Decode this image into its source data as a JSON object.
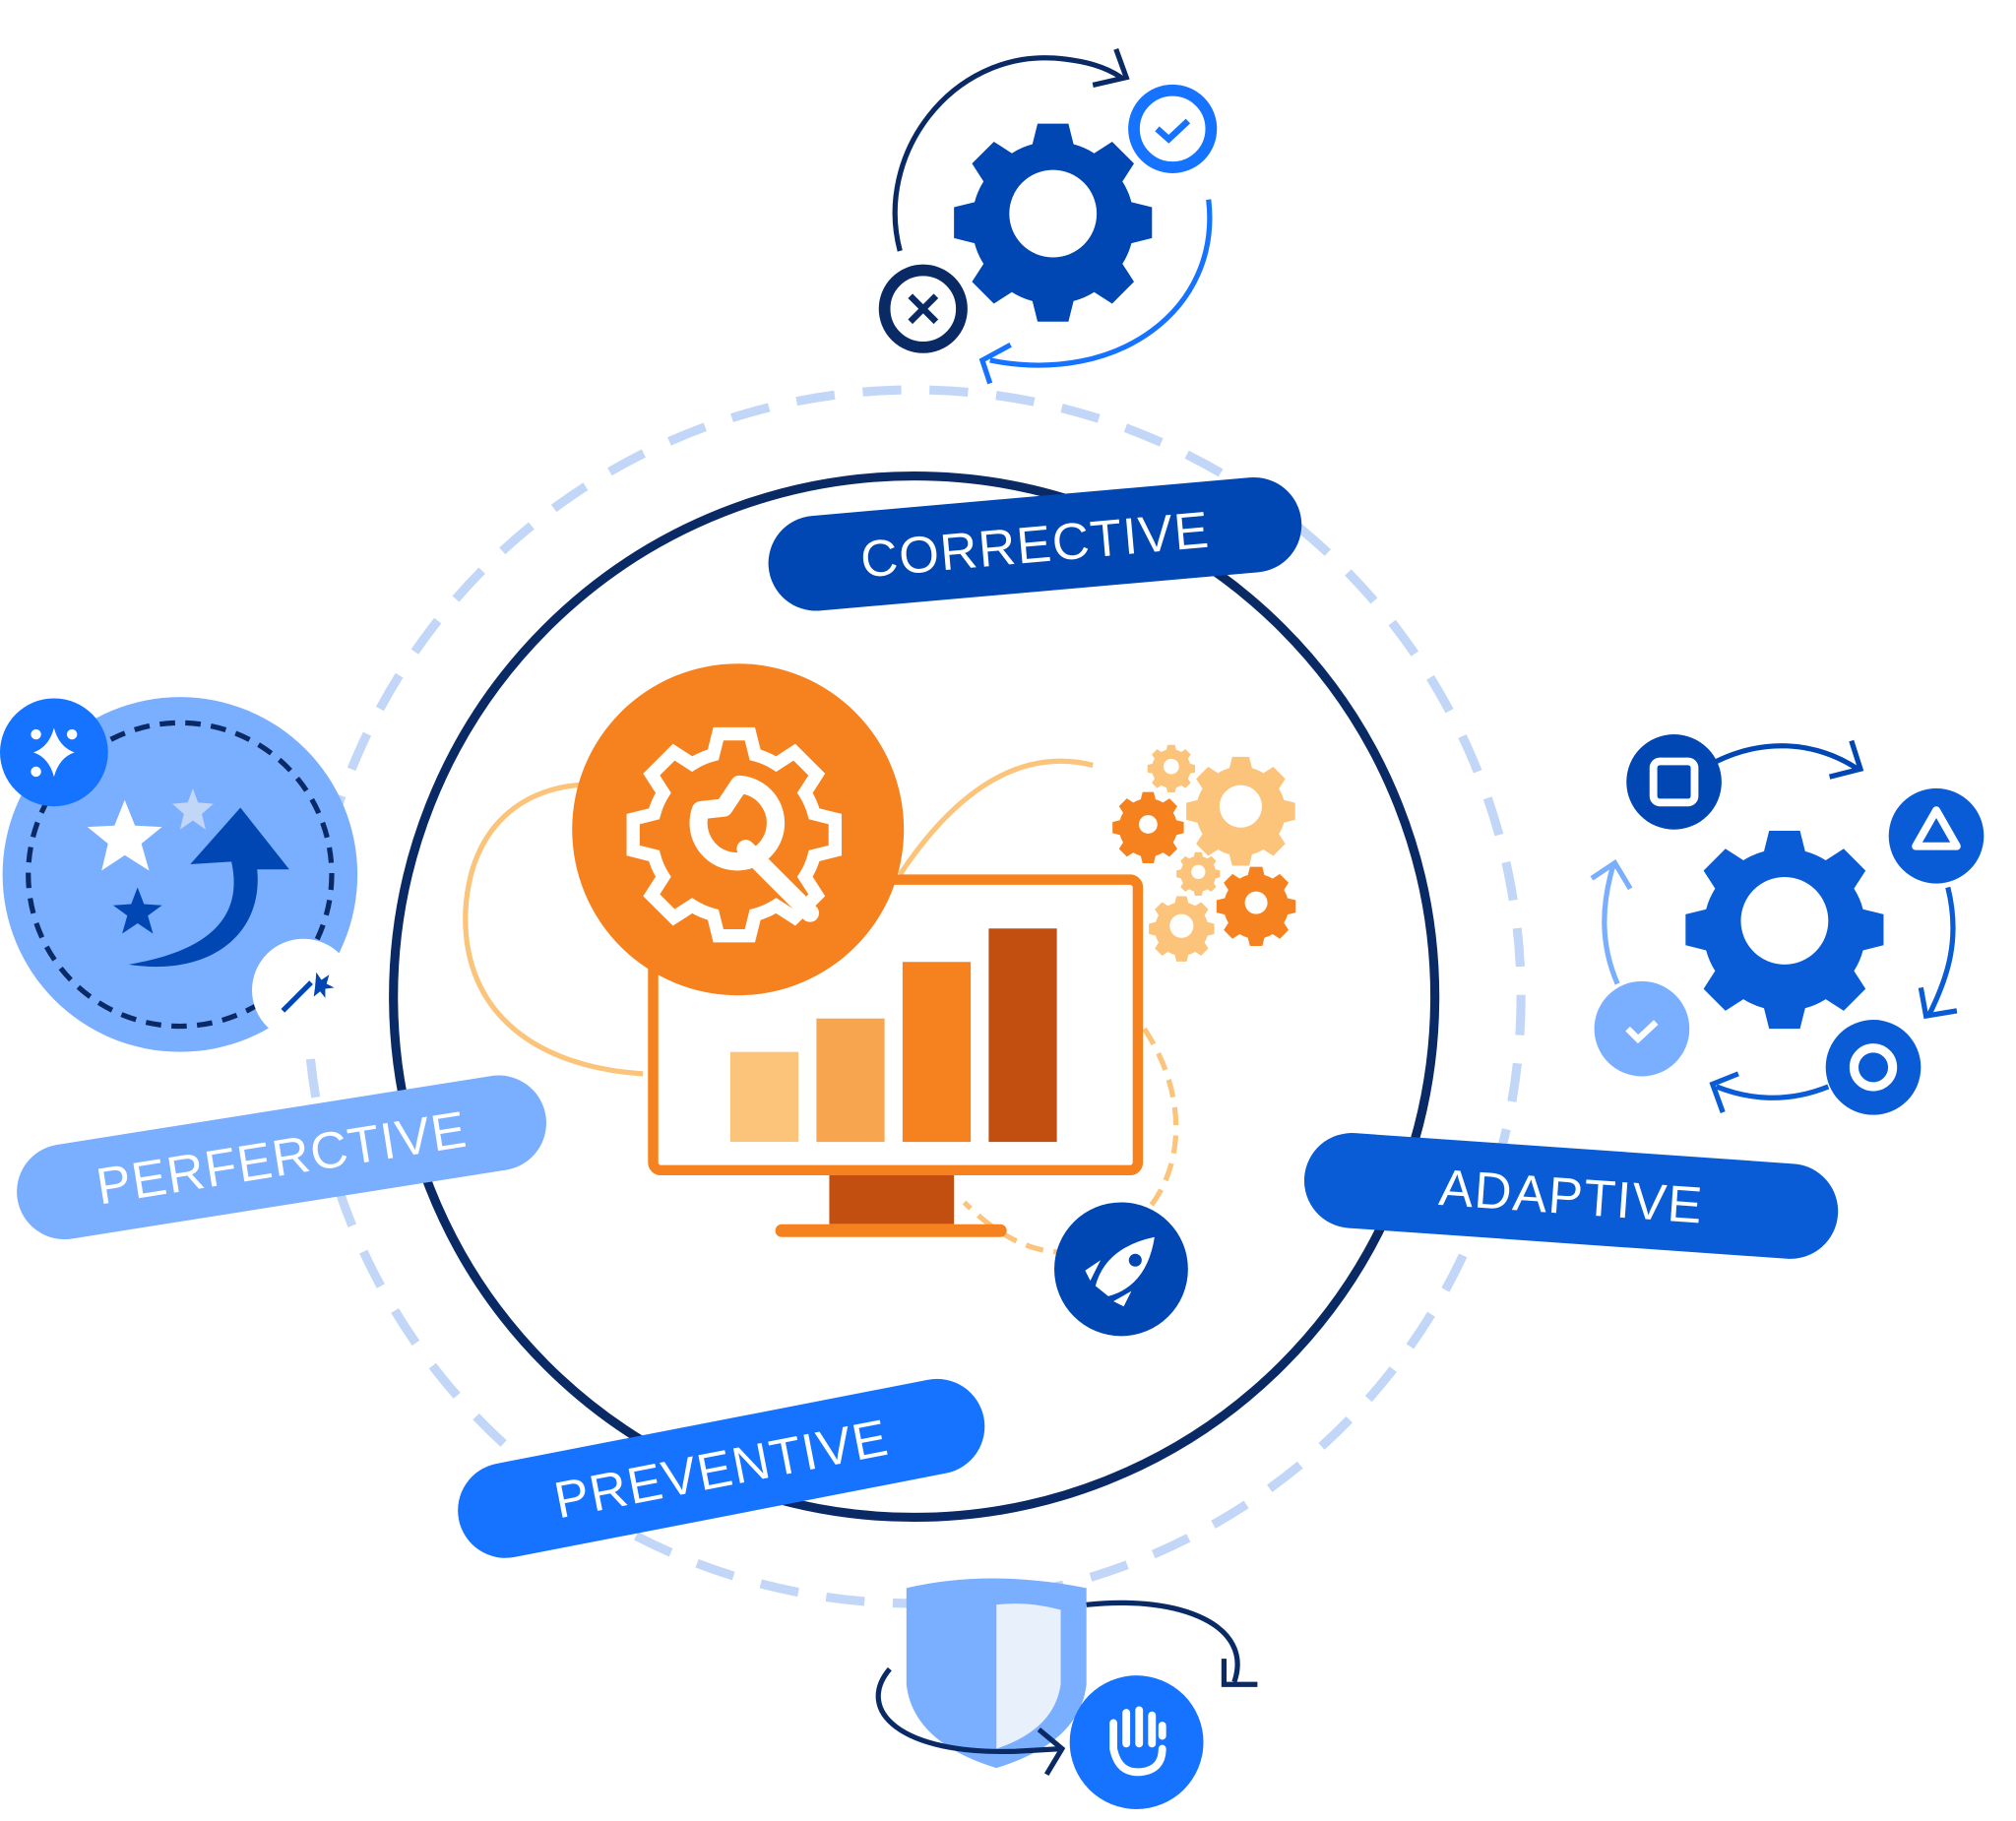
{
  "labels": {
    "corrective": "CORRECTIVE",
    "adaptive": "ADAPTIVE",
    "perfective": "PERFERCTIVE",
    "preventive": "PREVENTIVE"
  },
  "colors": {
    "navy": "#0a2a66",
    "corrective": "#0047b3",
    "adaptive": "#0a5cd6",
    "perfective": "#7aaeff",
    "preventive": "#1673ff",
    "orange": "#f5821f",
    "dark_orange": "#c24e10",
    "light_orange": "#fbc47a",
    "dashed_ring": "#c2d6f7"
  },
  "icons": [
    "gear-icon",
    "check-icon",
    "close-icon",
    "wrench-icon",
    "bar-chart-icon",
    "monitor-icon",
    "rocket-icon",
    "gears-icon",
    "shield-icon",
    "hand-stop-icon",
    "star-icon",
    "magic-wand-icon",
    "sparkle-icon",
    "square-icon",
    "triangle-icon",
    "circle-icon"
  ]
}
